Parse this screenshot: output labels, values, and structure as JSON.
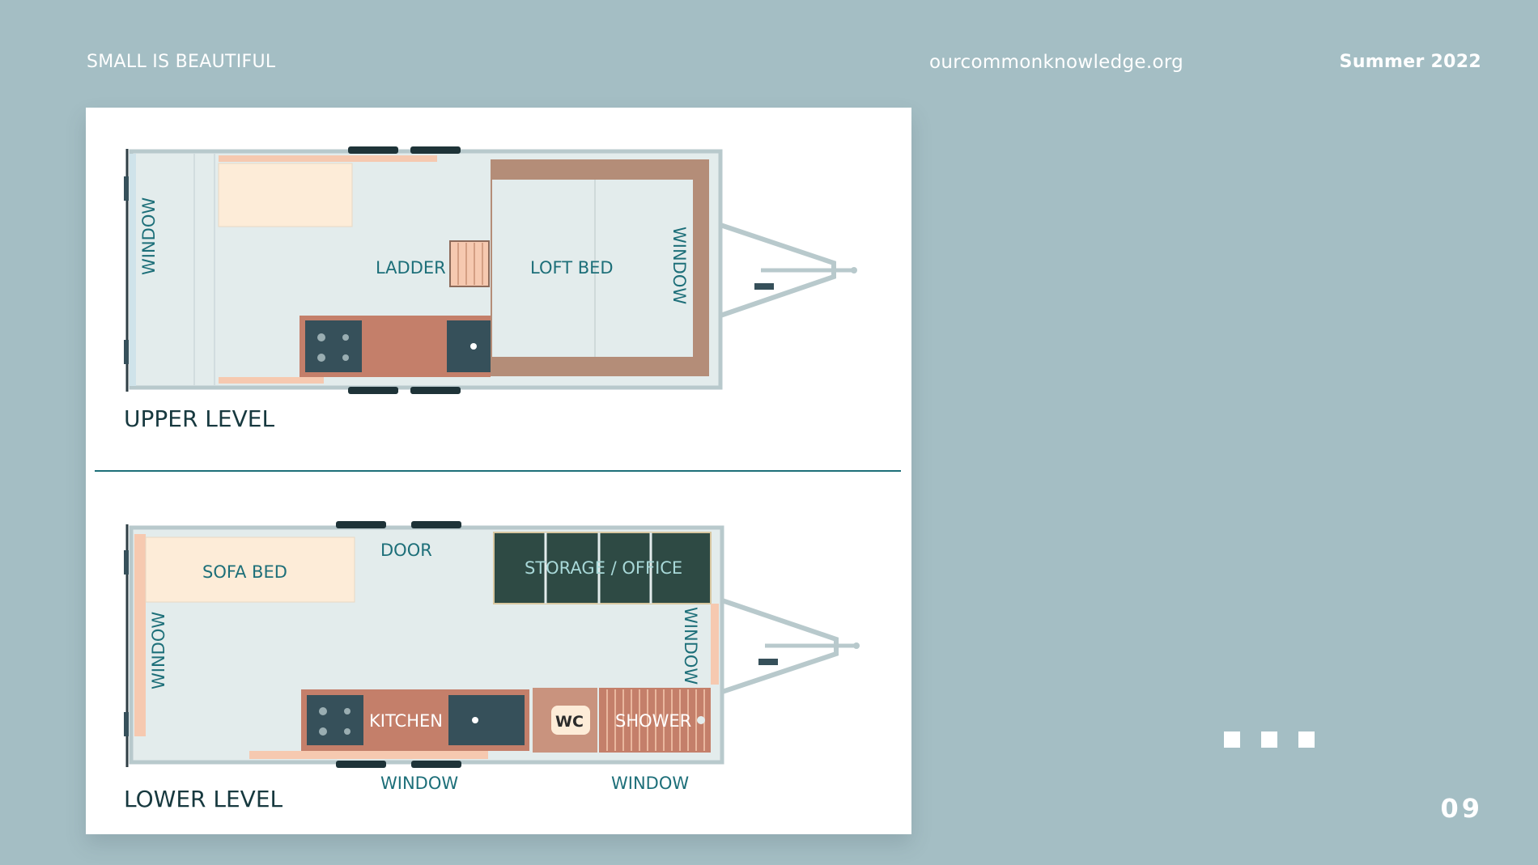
{
  "header": {
    "left": "SMALL IS BEAUTIFUL",
    "center": "ourcommonknowledge.org",
    "right": "Summer 2022"
  },
  "page_number": "09",
  "upper": {
    "title": "UPPER LEVEL",
    "window_left": "WINDOW",
    "window_right": "WINDOW",
    "ladder": "LADDER",
    "loft_bed": "LOFT BED"
  },
  "lower": {
    "title": "LOWER LEVEL",
    "sofa_bed": "SOFA BED",
    "door": "DOOR",
    "storage": "STORAGE / OFFICE",
    "window_left": "WINDOW",
    "window_right": "WINDOW",
    "kitchen": "KITCHEN",
    "wc": "WC",
    "shower": "SHOWER",
    "window_bottom_1": "WINDOW",
    "window_bottom_2": "WINDOW"
  },
  "colors": {
    "background": "#a4bec4",
    "floor": "#e3ecec",
    "wall": "#b8c9cc",
    "counter": "#c47f6a",
    "appliance": "#36505a",
    "sofa": "#fdecd8",
    "storage": "#2e4a44",
    "loft": "#b48d78",
    "label": "#1d6f79"
  }
}
